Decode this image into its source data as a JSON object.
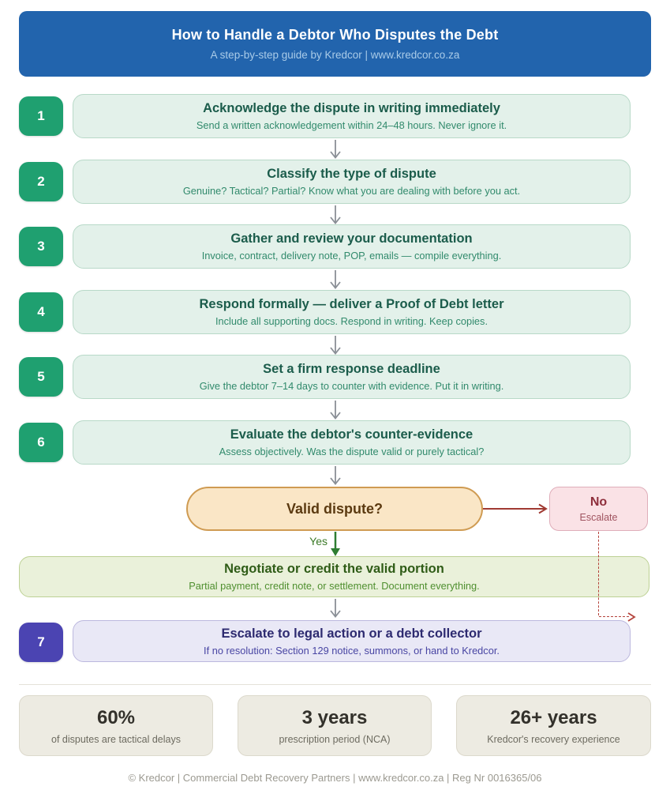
{
  "header": {
    "title": "How to Handle a Debtor Who Disputes the Debt",
    "subtitle": "A step-by-step guide by Kredcor | www.kredcor.co.za"
  },
  "steps": [
    {
      "num": "1",
      "title": "Acknowledge the dispute in writing immediately",
      "subtitle": "Send a written acknowledgement within 24–48 hours. Never ignore it."
    },
    {
      "num": "2",
      "title": "Classify the type of dispute",
      "subtitle": "Genuine? Tactical? Partial? Know what you are dealing with before you act."
    },
    {
      "num": "3",
      "title": "Gather and review your documentation",
      "subtitle": "Invoice, contract, delivery note, POP, emails — compile everything."
    },
    {
      "num": "4",
      "title": "Respond formally — deliver a Proof of Debt letter",
      "subtitle": "Include all supporting docs. Respond in writing. Keep copies."
    },
    {
      "num": "5",
      "title": "Set a firm response deadline",
      "subtitle": "Give the debtor 7–14 days to counter with evidence. Put it in writing."
    },
    {
      "num": "6",
      "title": "Evaluate the debtor's counter-evidence",
      "subtitle": "Assess objectively. Was the dispute valid or purely tactical?"
    },
    {
      "num": "7",
      "title": "Escalate to legal action or a debt collector",
      "subtitle": "If no resolution: Section 129 notice, summons, or hand to Kredcor."
    }
  ],
  "decision": {
    "question": "Valid dispute?",
    "yes_label": "Yes",
    "no_label": "No",
    "no_sublabel": "Escalate"
  },
  "valid_branch": {
    "title": "Negotiate or credit the valid portion",
    "subtitle": "Partial payment, credit note, or settlement. Document everything."
  },
  "stats": [
    {
      "value": "60%",
      "label": "of disputes are tactical delays"
    },
    {
      "value": "3 years",
      "label": "prescription period (NCA)"
    },
    {
      "value": "26+ years",
      "label": "Kredcor's recovery experience"
    }
  ],
  "footer": "© Kredcor | Commercial Debt Recovery Partners | www.kredcor.co.za | Reg Nr 0016365/06",
  "colors": {
    "header_bg": "#2264ad",
    "header_subtitle": "#a9cbe8",
    "step_badge": "#1fa070",
    "step_box_bg": "#e3f1ea",
    "step_box_border": "#b8d9c8",
    "step_title": "#1b5c4b",
    "step_subtitle": "#318a6c",
    "arrow_gray": "#8a8f96",
    "decision_bg": "#fae6c6",
    "decision_border": "#cf9b52",
    "decision_text": "#5b3a11",
    "no_box_bg": "#fae2e6",
    "no_box_border": "#dfadb9",
    "no_text": "#8e2f3c",
    "no_arrow_red": "#a03a32",
    "dashed_red": "#b5443c",
    "yes_green": "#3c7a28",
    "valid_box_bg": "#eaf1da",
    "valid_box_border": "#bdd194",
    "valid_title": "#2f5c17",
    "step7_badge": "#4b44b2",
    "step7_box_bg": "#e9e8f6",
    "step7_title": "#2d2a70",
    "stat_bg": "#edebe2",
    "stat_value": "#33312b",
    "stat_label": "#6d6b60",
    "footer_text": "#9b9990"
  }
}
